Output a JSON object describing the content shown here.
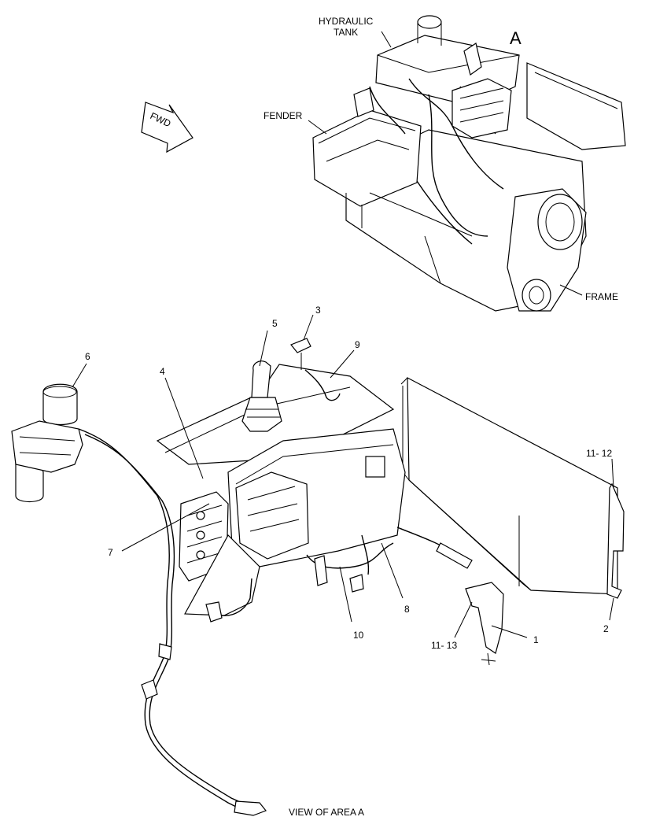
{
  "labels": {
    "hydraulic_tank_1": "HYDRAULIC",
    "hydraulic_tank_2": "TANK",
    "area_marker": "A",
    "fwd_arrow": "FWD",
    "fender": "FENDER",
    "frame": "FRAME",
    "view_caption": "VIEW OF AREA A"
  },
  "callouts": {
    "c1": "1",
    "c2": "2",
    "c3": "3",
    "c4": "4",
    "c5": "5",
    "c6": "6",
    "c7": "7",
    "c8": "8",
    "c9": "9",
    "c10": "10",
    "c11_12": "11- 12",
    "c11_13": "11- 13"
  }
}
